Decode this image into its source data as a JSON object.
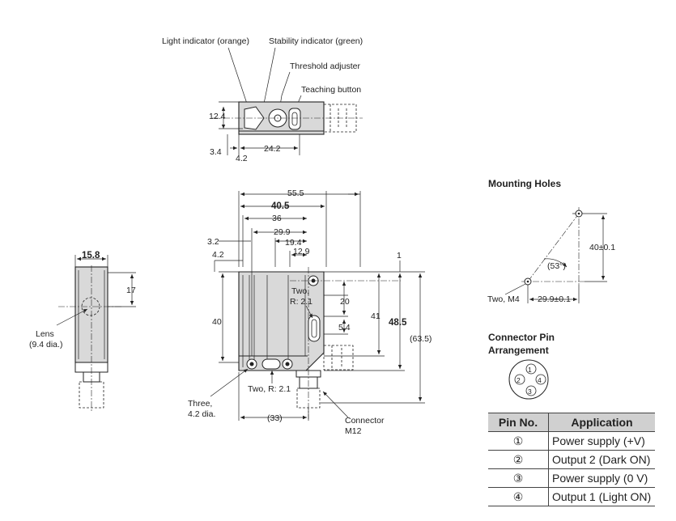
{
  "top_view": {
    "light_indicator": "Light indicator (orange)",
    "stability_indicator": "Stability indicator (green)",
    "threshold_adjuster": "Threshold adjuster",
    "teaching_button": "Teaching button",
    "dim_12_4": "12.4",
    "dim_3_4": "3.4",
    "dim_4_2": "4.2",
    "dim_24_2": "24.2"
  },
  "side_view": {
    "dim_15_8": "15.8",
    "dim_17": "17",
    "lens_label": "Lens",
    "lens_dia": "(9.4 dia.)"
  },
  "front_view": {
    "dim_55_5": "55.5",
    "dim_40_5": "40.5",
    "dim_36": "36",
    "dim_29_9": "29.9",
    "dim_19_4": "19.4",
    "dim_12_9": "12.9",
    "dim_3_2": "3.2",
    "dim_4_2": "4.2",
    "dim_1": "1",
    "two_r_label": "Two,",
    "r_2_1": "R: 2.1",
    "dim_20": "20",
    "dim_5_4": "5.4",
    "dim_40": "40",
    "dim_41": "41",
    "dim_48_5": "48.5",
    "dim_63_5": "(63.5)",
    "three_label": "Three,",
    "three_dia": "4.2 dia.",
    "two_r_bottom": "Two, R: 2.1",
    "dim_33": "(33)",
    "connector_label": "Connector",
    "connector_m12": "M12"
  },
  "mounting_holes": {
    "title": "Mounting Holes",
    "dim_40": "40±0.1",
    "angle": "(53°)",
    "two_m4": "Two, M4",
    "dim_29_9": "29.9±0.1"
  },
  "connector_pin": {
    "title_line1": "Connector Pin",
    "title_line2": "Arrangement",
    "pins": [
      "1",
      "2",
      "3",
      "4"
    ],
    "table_headers": [
      "Pin No.",
      "Application"
    ],
    "rows": [
      {
        "pin": "①",
        "app": "Power supply (+V)"
      },
      {
        "pin": "②",
        "app": "Output 2 (Dark ON)"
      },
      {
        "pin": "③",
        "app": "Power supply (0 V)"
      },
      {
        "pin": "④",
        "app": "Output 1 (Light ON)"
      }
    ]
  }
}
